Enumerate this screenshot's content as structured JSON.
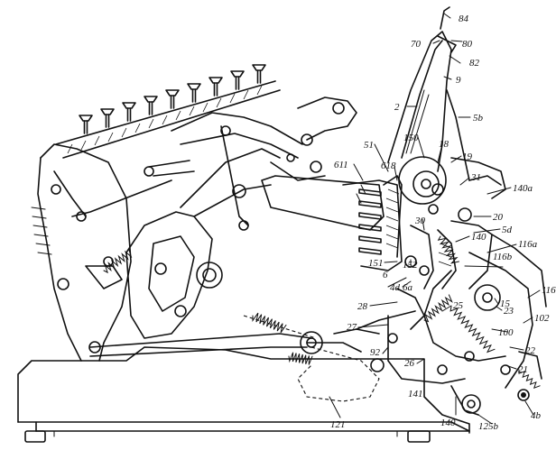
{
  "labels": [
    {
      "id": "84",
      "text": "84"
    },
    {
      "id": "70",
      "text": "70"
    },
    {
      "id": "80",
      "text": "80"
    },
    {
      "id": "82",
      "text": "82"
    },
    {
      "id": "9",
      "text": "9"
    },
    {
      "id": "2",
      "text": "2"
    },
    {
      "id": "5b",
      "text": "5b"
    },
    {
      "id": "150",
      "text": "150"
    },
    {
      "id": "18",
      "text": "18"
    },
    {
      "id": "19",
      "text": "19"
    },
    {
      "id": "51",
      "text": "51"
    },
    {
      "id": "611",
      "text": "611"
    },
    {
      "id": "618",
      "text": "618"
    },
    {
      "id": "31",
      "text": "31"
    },
    {
      "id": "140a",
      "text": "140a"
    },
    {
      "id": "20",
      "text": "20"
    },
    {
      "id": "5d",
      "text": "5d"
    },
    {
      "id": "30",
      "text": "30"
    },
    {
      "id": "140",
      "text": "140"
    },
    {
      "id": "116b",
      "text": "116b"
    },
    {
      "id": "116a",
      "text": "116a"
    },
    {
      "id": "151",
      "text": "151"
    },
    {
      "id": "152",
      "text": "152"
    },
    {
      "id": "4d",
      "text": "4d"
    },
    {
      "id": "6",
      "text": "6"
    },
    {
      "id": "6a",
      "text": "6a"
    },
    {
      "id": "116",
      "text": "116"
    },
    {
      "id": "28",
      "text": "28"
    },
    {
      "id": "25",
      "text": "25"
    },
    {
      "id": "15",
      "text": "15"
    },
    {
      "id": "27",
      "text": "27"
    },
    {
      "id": "23",
      "text": "23"
    },
    {
      "id": "92",
      "text": "92"
    },
    {
      "id": "100",
      "text": "100"
    },
    {
      "id": "102",
      "text": "102"
    },
    {
      "id": "26",
      "text": "26"
    },
    {
      "id": "22",
      "text": "22"
    },
    {
      "id": "21",
      "text": "21"
    },
    {
      "id": "141",
      "text": "141"
    },
    {
      "id": "4b",
      "text": "4b"
    },
    {
      "id": "140b",
      "text": "140"
    },
    {
      "id": "125b",
      "text": "125b"
    },
    {
      "id": "121",
      "text": "121"
    }
  ]
}
